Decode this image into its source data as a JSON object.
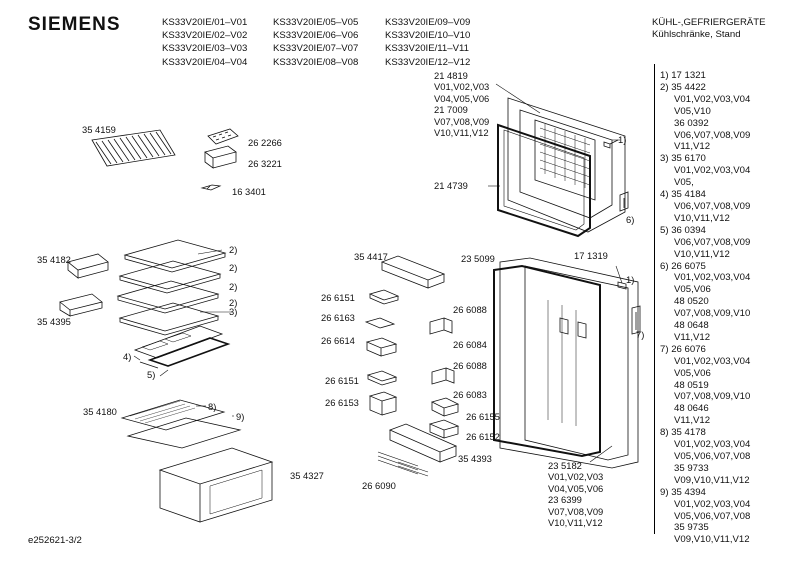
{
  "brand": "SIEMENS",
  "models": {
    "col1": [
      "KS33V20IE/01–V01",
      "KS33V20IE/02–V02",
      "KS33V20IE/03–V03",
      "KS33V20IE/04–V04"
    ],
    "col2": [
      "KS33V20IE/05–V05",
      "KS33V20IE/06–V06",
      "KS33V20IE/07–V07",
      "KS33V20IE/08–V08"
    ],
    "col3": [
      "KS33V20IE/09–V09",
      "KS33V20IE/10–V10",
      "KS33V20IE/11–V11",
      "KS33V20IE/12–V12"
    ]
  },
  "category": [
    "KÜHL-,GEFRIERGERÄTE",
    "Kühlschränke, Stand"
  ],
  "legend": [
    {
      "head": "1) 17 1321",
      "lines": []
    },
    {
      "head": "2) 35 4422",
      "lines": [
        "V01,V02,V03,V04",
        "V05,V10",
        "36 0392",
        "V06,V07,V08,V09",
        "V11,V12"
      ]
    },
    {
      "head": "3) 35 6170",
      "lines": [
        "V01,V02,V03,V04",
        "V05,"
      ]
    },
    {
      "head": "4) 35 4184",
      "lines": [
        "V06,V07,V08,V09",
        "V10,V11,V12"
      ]
    },
    {
      "head": "5) 36 0394",
      "lines": [
        "V06,V07,V08,V09",
        "V10,V11,V12"
      ]
    },
    {
      "head": "6) 26 6075",
      "lines": [
        "V01,V02,V03,V04",
        "V05,V06",
        "48 0520",
        "V07,V08,V09,V10",
        "48 0648",
        "V11,V12"
      ]
    },
    {
      "head": "7) 26 6076",
      "lines": [
        "V01,V02,V03,V04",
        "V05,V06",
        "48 0519",
        "V07,V08,V09,V10",
        "48 0646",
        "V11,V12"
      ]
    },
    {
      "head": "8) 35 4178",
      "lines": [
        "V01,V02,V03,V04",
        "V05,V06,V07,V08",
        "35 9733",
        "V09,V10,V11,V12"
      ]
    },
    {
      "head": "9) 35 4394",
      "lines": [
        "V01,V02,V03,V04",
        "V05,V06,V07,V08",
        "35 9735",
        "V09,V10,V11,V12"
      ]
    }
  ],
  "callouts": {
    "c214819": [
      "21 4819",
      "V01,V02,V03",
      "V04,V05,V06",
      "21 7009",
      "V07,V08,V09",
      "V10,V11,V12"
    ],
    "c354159": "35 4159",
    "c262266": "26 2266",
    "c263221": "26 3221",
    "c163401": "16 3401",
    "c214739": "21 4739",
    "c354182": "35 4182",
    "c354395": "35 4395",
    "c354417": "35 4417",
    "c235099": "23 5099",
    "c171319": "17 1319",
    "c266151a": "26 6151",
    "c266163": "26 6163",
    "c266614": "26 6614",
    "c266088a": "26 6088",
    "c266084": "26 6084",
    "c266088b": "26 6088",
    "c266151b": "26 6151",
    "c266153": "26 6153",
    "c266083": "26 6083",
    "c266155": "26 6155",
    "c266152": "26 6152",
    "c354393": "35 4393",
    "c354180": "35 4180",
    "c354327": "35 4327",
    "c266090": "26 6090",
    "c235182": [
      "23 5182",
      "V01,V02,V03",
      "V04,V05,V06",
      "23 6399",
      "V07,V08,V09",
      "V10,V11,V12"
    ],
    "m1a": "1)",
    "m6": "6)",
    "m1b": "1)",
    "m7": "7)",
    "m2a": "2)",
    "m2b": "2)",
    "m2c": "2)",
    "m2d": "2)",
    "m3": "3)",
    "m4": "4)",
    "m5": "5)",
    "m8": "8)",
    "m9": "9)"
  },
  "footer": "e252621-3/2"
}
